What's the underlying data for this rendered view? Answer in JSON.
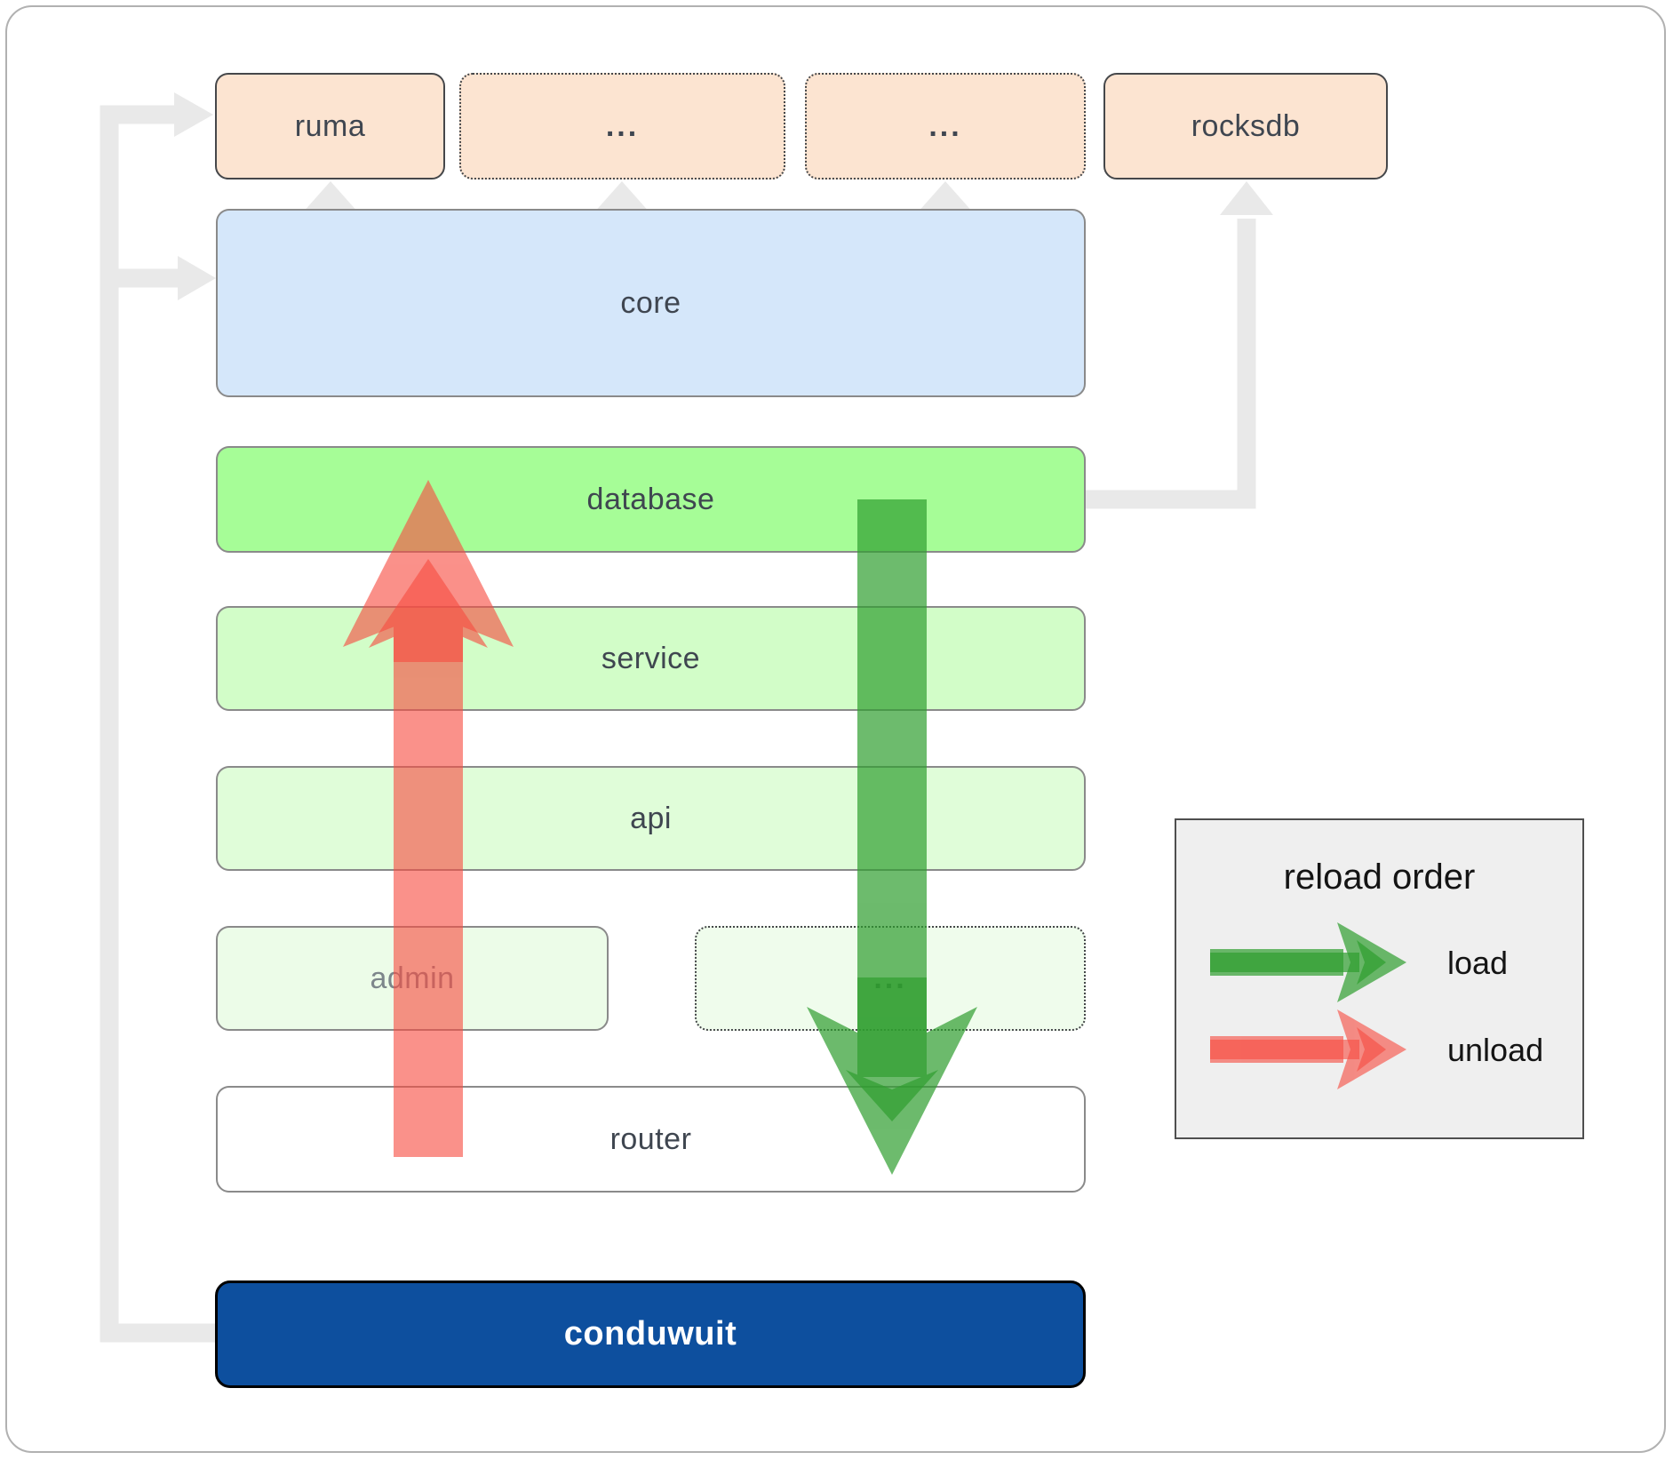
{
  "nodes": {
    "ruma": "ruma",
    "dots_top_left": "...",
    "dots_top_right": "...",
    "rocksdb": "rocksdb",
    "core": "core",
    "database": "database",
    "service": "service",
    "api": "api",
    "admin": "admin",
    "dots_mid": "...",
    "router": "router",
    "conduwuit": "conduwuit"
  },
  "legend": {
    "title": "reload order",
    "items": [
      {
        "label": "load"
      },
      {
        "label": "unload"
      }
    ]
  },
  "colors": {
    "frame-border": "#b1b1b1",
    "node-border": "#45474a",
    "box-border": "#8a8a8a",
    "peach": "#fce4d1",
    "core-fill": "#d5e7fa",
    "db-fill": "#a6fd97",
    "service-fill": "#d2fdc8",
    "api-fill": "#e0fdd9",
    "admin-fill": "#ecfce8",
    "dots3-fill": "#effcec",
    "router-fill": "#ffffff",
    "navy-fill": "#0d4f9e",
    "connector": "#e9e9e9",
    "load": "#2f9e2f",
    "unload": "#f74d42",
    "legend-bg": "#efefef",
    "legend-border": "#4f4f4f",
    "label": "#3f4650",
    "label-dim": "#7d868b"
  }
}
